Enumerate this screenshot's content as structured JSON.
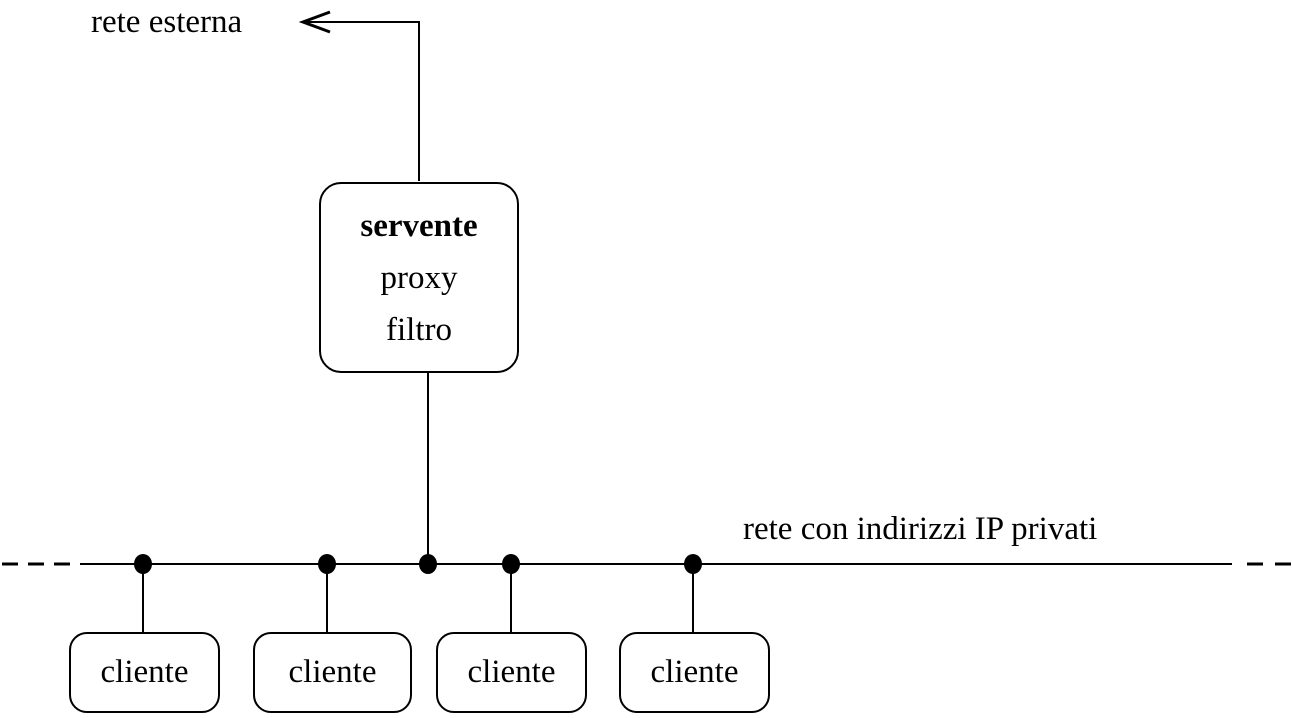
{
  "labels": {
    "external_network": "rete esterna",
    "private_network": "rete con indirizzi IP privati"
  },
  "server_box": {
    "lines": [
      "servente",
      "proxy",
      "filtro"
    ]
  },
  "client_boxes": [
    "cliente",
    "cliente",
    "cliente",
    "cliente"
  ],
  "colors": {
    "stroke": "#000000",
    "background": "#ffffff"
  }
}
